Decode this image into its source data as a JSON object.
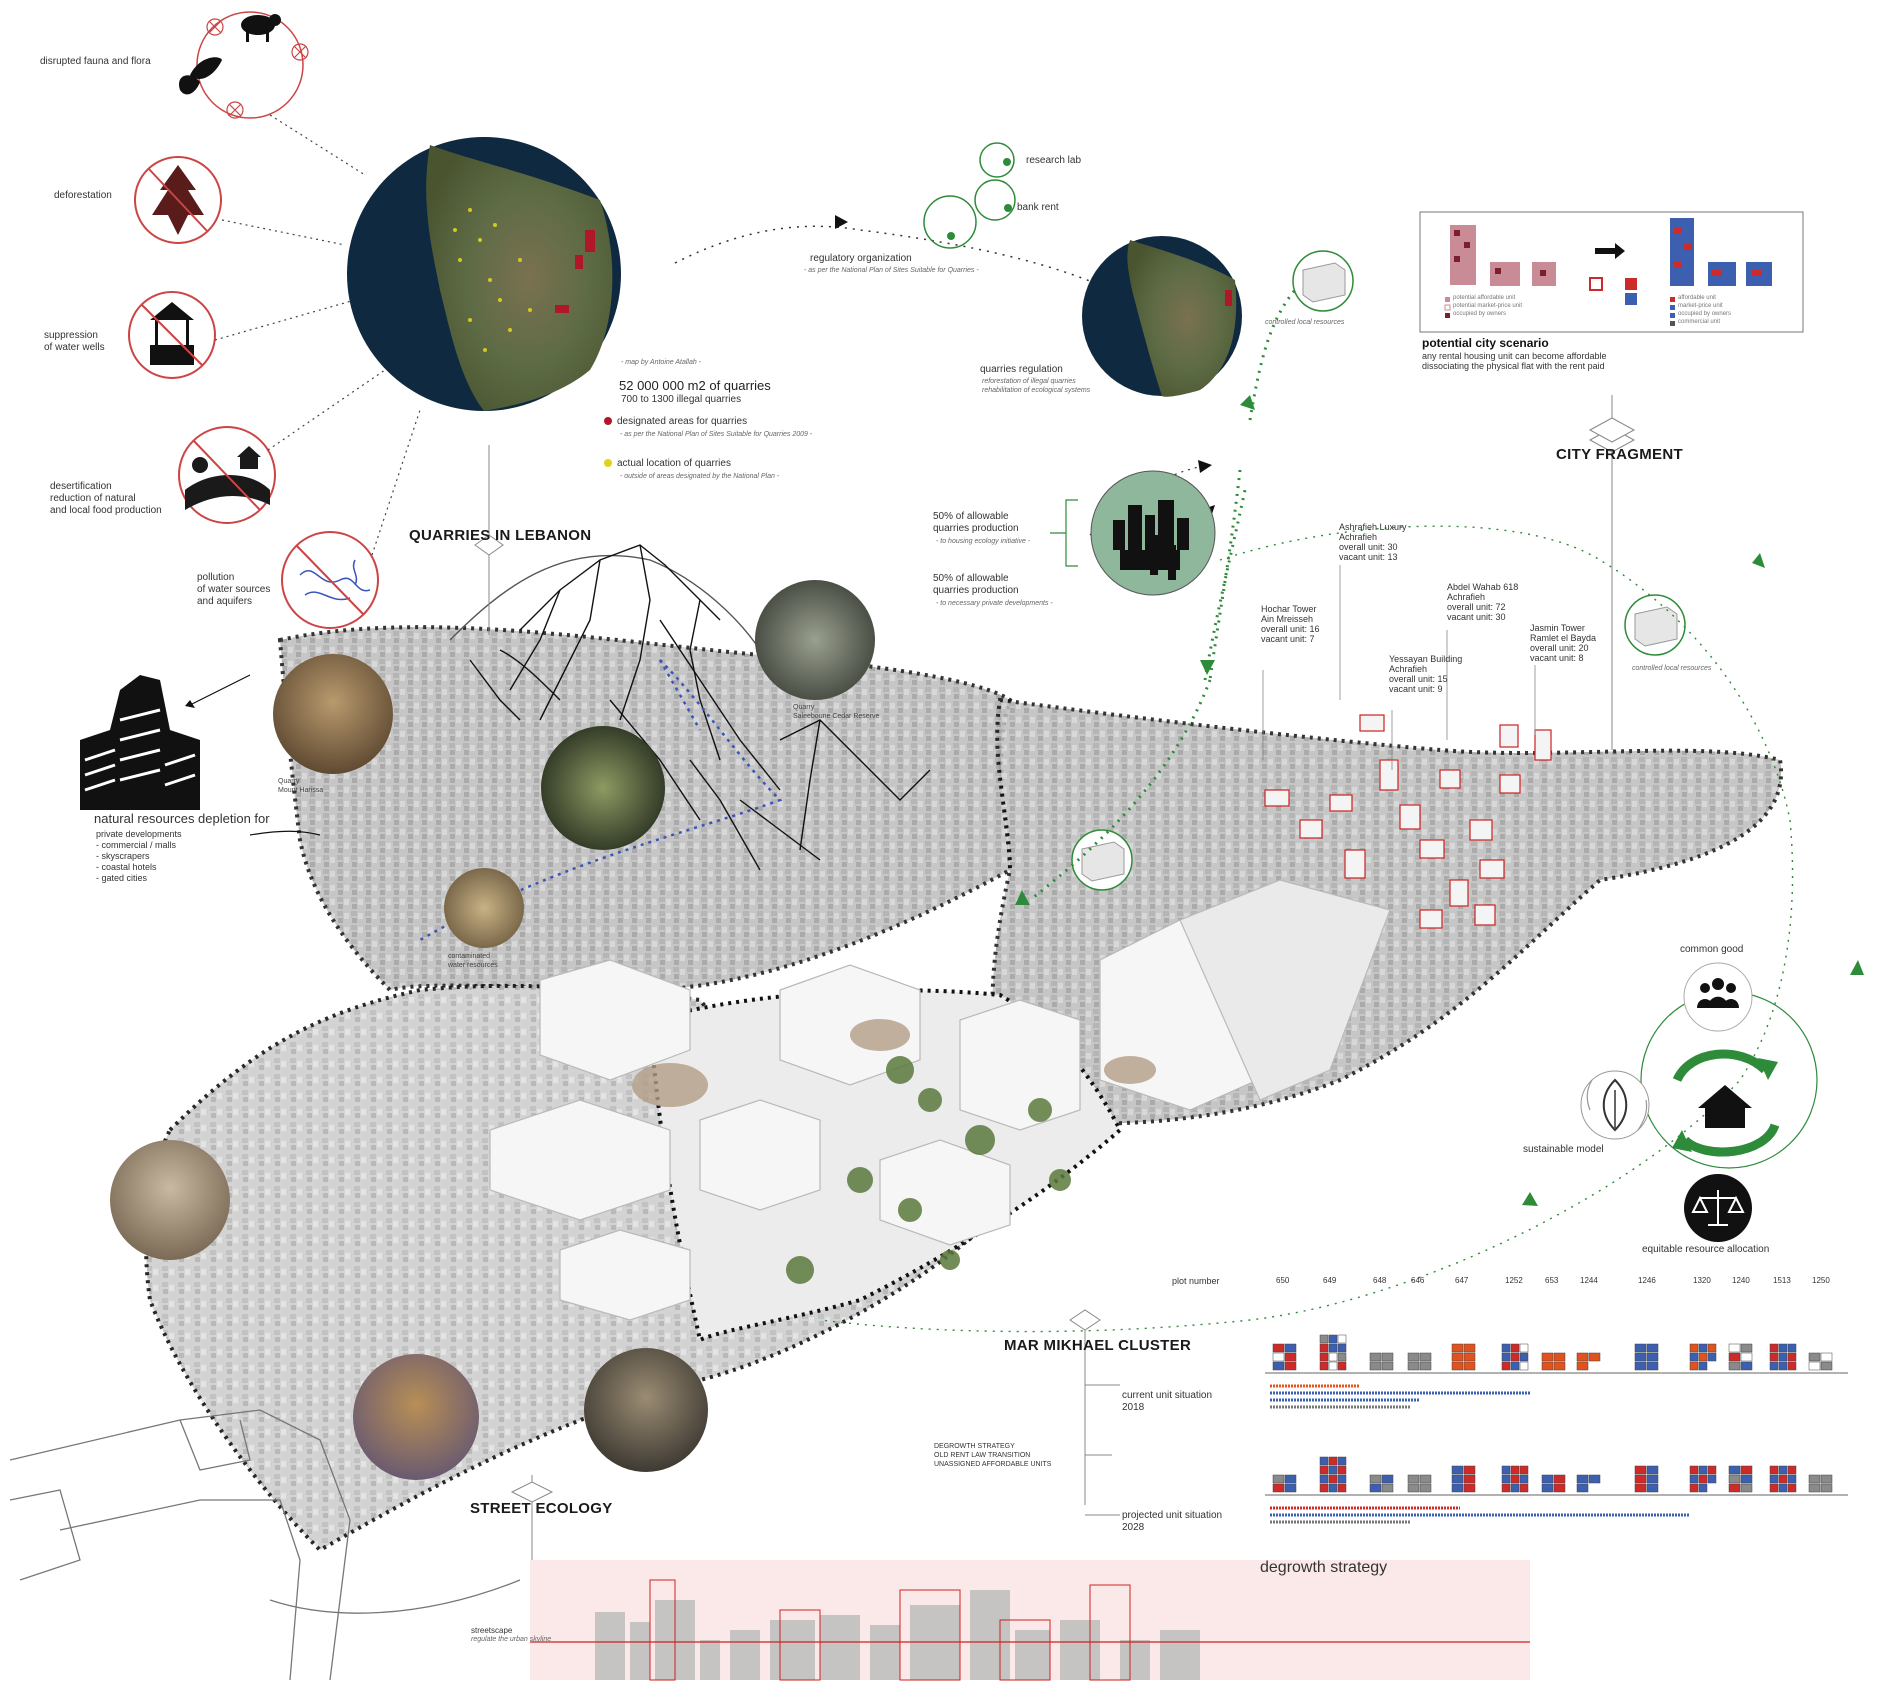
{
  "impacts": {
    "fauna": "disrupted fauna and flora",
    "deforestation": "deforestation",
    "wells": "suppression\nof water wells",
    "desertification": "desertification\nreduction of natural\nand local food production",
    "pollution": "pollution\nof water sources\nand aquifers"
  },
  "quarries_map": {
    "credit": "- map by Antoine Atallah -",
    "area": "52 000 000 m2 of quarries",
    "count": "700 to 1300 illegal quarries",
    "designated_label": "designated areas for quarries",
    "designated_note": "- as per the National Plan of Sites Suitable for Quarries 2009 -",
    "actual_label": "actual location of quarries",
    "actual_note": "- outside of areas designated by the National Plan -",
    "designated_color": "#b0182a",
    "actual_color": "#e3d21a"
  },
  "headings": {
    "quarries": "QUARRIES IN LEBANON",
    "city_fragment": "CITY FRAGMENT",
    "mar_mikhael": "MAR MIKHAEL CLUSTER",
    "street_ecology": "STREET ECOLOGY"
  },
  "regulation": {
    "research_lab": "research lab",
    "bank_rent": "bank rent",
    "regulatory_org": "regulatory organization",
    "regulatory_note": "- as per the National Plan of Sites Suitable for Quarries -",
    "quarries_regulation": "quarries regulation",
    "regulation_note": "reforestation of illegal quarries\nrehabilitation of ecological systems",
    "controlled_local": "controlled local resources",
    "controlled_local_2": "controlled local resources"
  },
  "scenario": {
    "title": "potential city scenario",
    "line1": "any rental housing unit can become affordable",
    "line2": "dissociating the physical flat with the rent paid",
    "legend_left": [
      "potential affordable unit",
      "potential market-price unit",
      "occupied by owners"
    ],
    "legend_right": [
      "affordable unit",
      "market-price unit",
      "occupied by owners",
      "commercial unit"
    ]
  },
  "allowance": {
    "a1": "50% of allowable\nquarries production",
    "a1_note": "- to housing ecology initiative -",
    "a2": "50% of allowable\nquarries production",
    "a2_note": "- to necessary private developments -"
  },
  "towers": [
    {
      "name": "Hochar Tower",
      "place": "Ain Mreisseh",
      "overall": "overall unit: 16",
      "vacant": "vacant unit: 7"
    },
    {
      "name": "Ashrafieh Luxury",
      "place": "Achrafieh",
      "overall": "overall unit: 30",
      "vacant": "vacant unit: 13"
    },
    {
      "name": "Yessayan Building",
      "place": "Achrafieh",
      "overall": "overall unit: 15",
      "vacant": "vacant unit: 9"
    },
    {
      "name": "Abdel Wahab 618",
      "place": "Achrafieh",
      "overall": "overall unit: 72",
      "vacant": "vacant unit: 30"
    },
    {
      "name": "Jasmin Tower",
      "place": "Ramlet el Bayda",
      "overall": "overall unit: 20",
      "vacant": "vacant unit: 8"
    }
  ],
  "landscape": {
    "quarry1": "Quarry\nMount Harissa",
    "quarry2": "Quarry\nSaleeboune Cedar Reserve",
    "water": "contaminated\nwater resources",
    "depletion_title": "natural resources depletion for",
    "depletion_items": "private developments\n- commercial / malls\n- skyscrapers\n- coastal hotels\n- gated cities"
  },
  "cycle": {
    "common_good": "common good",
    "sustainable": "sustainable model",
    "equitable": "equitable resource allocation",
    "green": "#2e8b3a"
  },
  "plots": {
    "label": "plot number",
    "numbers": [
      "650",
      "649",
      "648",
      "646",
      "647",
      "1252",
      "653",
      "1244",
      "1246",
      "1320",
      "1240",
      "1513",
      "1250"
    ]
  },
  "units": {
    "current": "current unit situation\n2018",
    "strategy": "DEGROWTH STRATEGY\nOLD RENT LAW TRANSITION\nUNASSIGNED AFFORDABLE UNITS",
    "projected": "projected unit situation\n2028",
    "title": "degrowth strategy"
  },
  "street": {
    "label": "streetscape",
    "note": "regulate the urban skyline"
  }
}
